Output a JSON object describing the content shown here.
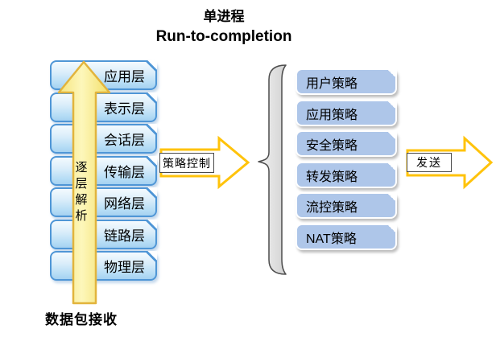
{
  "title": {
    "line1": "单进程",
    "line2": "Run-to-completion"
  },
  "stack": {
    "layers": [
      "应用层",
      "表示层",
      "会话层",
      "传输层",
      "网络层",
      "链路层",
      "物理层"
    ],
    "arrow_label": "逐层解析",
    "bottom_label": "数据包接收"
  },
  "flow": {
    "policy_arrow_label": "策略控制",
    "send_arrow_label": "发送"
  },
  "policies": [
    "用户策略",
    "应用策略",
    "安全策略",
    "转发策略",
    "流控策略",
    "NAT策略"
  ],
  "icons": {
    "up_arrow": "up-block-arrow",
    "policy_arrow": "right-block-arrow",
    "send_arrow": "right-block-arrow",
    "brace": "left-curly-brace"
  },
  "colors": {
    "layer_box_border": "#4f96d6",
    "layer_box_fill_top": "#f4fafe",
    "layer_box_fill_bottom": "#a5d1f1",
    "policy_box_fill": "#aec6e9",
    "policy_box_border": "#ffffff",
    "up_arrow_fill": "#fbf1a0",
    "up_arrow_border": "#e2b43c",
    "flow_arrow_border": "#ffc30b",
    "brace_fill": "#e3e3e3",
    "text": "#000000"
  }
}
